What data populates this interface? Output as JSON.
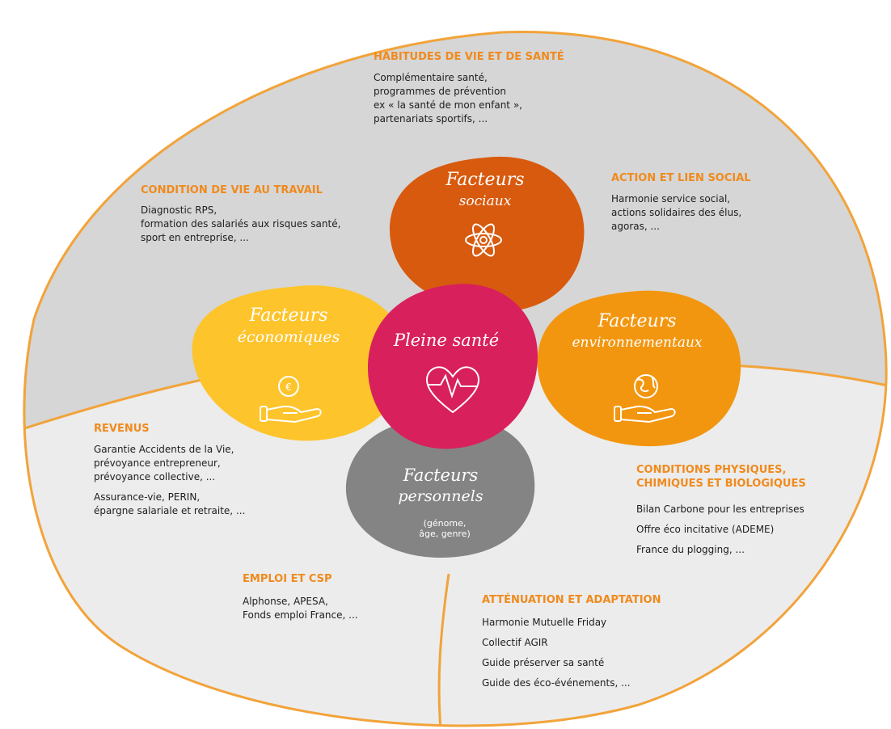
{
  "colors": {
    "outer_top": "#d6d6d6",
    "outer_bottom": "#ececec",
    "border": "#f2a33a",
    "heading": "#f08a1d",
    "sociaux": "#d85a0e",
    "economiques": "#fdc42c",
    "environnementaux": "#f2960f",
    "personnels": "#848484",
    "center": "#d8205c"
  },
  "petals": {
    "sociaux": {
      "title_line1": "Facteurs",
      "title_line2": "sociaux",
      "icon": "atom-icon"
    },
    "economiques": {
      "title_line1": "Facteurs",
      "title_line2": "économiques",
      "icon": "coin-hand-icon"
    },
    "environnementaux": {
      "title_line1": "Facteurs",
      "title_line2": "environnementaux",
      "icon": "globe-hand-icon"
    },
    "personnels": {
      "title_line1": "Facteurs",
      "title_line2": "personnels",
      "sub_line1": "(génome,",
      "sub_line2": "âge, genre)"
    },
    "center": {
      "title": "Pleine santé",
      "icon": "heart-pulse-icon"
    }
  },
  "sections": {
    "habitudes": {
      "heading": "HABITUDES DE VIE ET DE SANTÉ",
      "lines": [
        "Complémentaire santé,",
        "programmes de prévention",
        "ex « la santé de mon enfant »,",
        "partenariats sportifs, ..."
      ]
    },
    "condition_travail": {
      "heading": "CONDITION DE VIE AU TRAVAIL",
      "lines": [
        "Diagnostic RPS,",
        "formation des salariés aux risques santé,",
        "sport en entreprise, ..."
      ]
    },
    "action_social": {
      "heading": "ACTION ET LIEN SOCIAL",
      "lines": [
        "Harmonie service social,",
        "actions solidaires des élus,",
        "agoras, ..."
      ]
    },
    "revenus": {
      "heading": "REVENUS",
      "group1": [
        "Garantie Accidents de la Vie,",
        "prévoyance entrepreneur,",
        "prévoyance collective, ..."
      ],
      "group2": [
        "Assurance-vie, PERIN,",
        "épargne salariale et retraite, ..."
      ]
    },
    "conditions_physiques": {
      "heading_line1": "CONDITIONS PHYSIQUES,",
      "heading_line2": "CHIMIQUES ET BIOLOGIQUES",
      "lines": [
        "Bilan Carbone pour les entreprises",
        "Offre éco incitative (ADEME)",
        "France du plogging, ..."
      ]
    },
    "emploi": {
      "heading": "EMPLOI ET CSP",
      "lines": [
        "Alphonse, APESA,",
        "Fonds emploi France, ..."
      ]
    },
    "attenuation": {
      "heading": "ATTÉNUATION ET ADAPTATION",
      "lines": [
        "Harmonie Mutuelle Friday",
        "Collectif AGIR",
        "Guide préserver sa santé",
        "Guide des éco-événements, ..."
      ]
    }
  }
}
